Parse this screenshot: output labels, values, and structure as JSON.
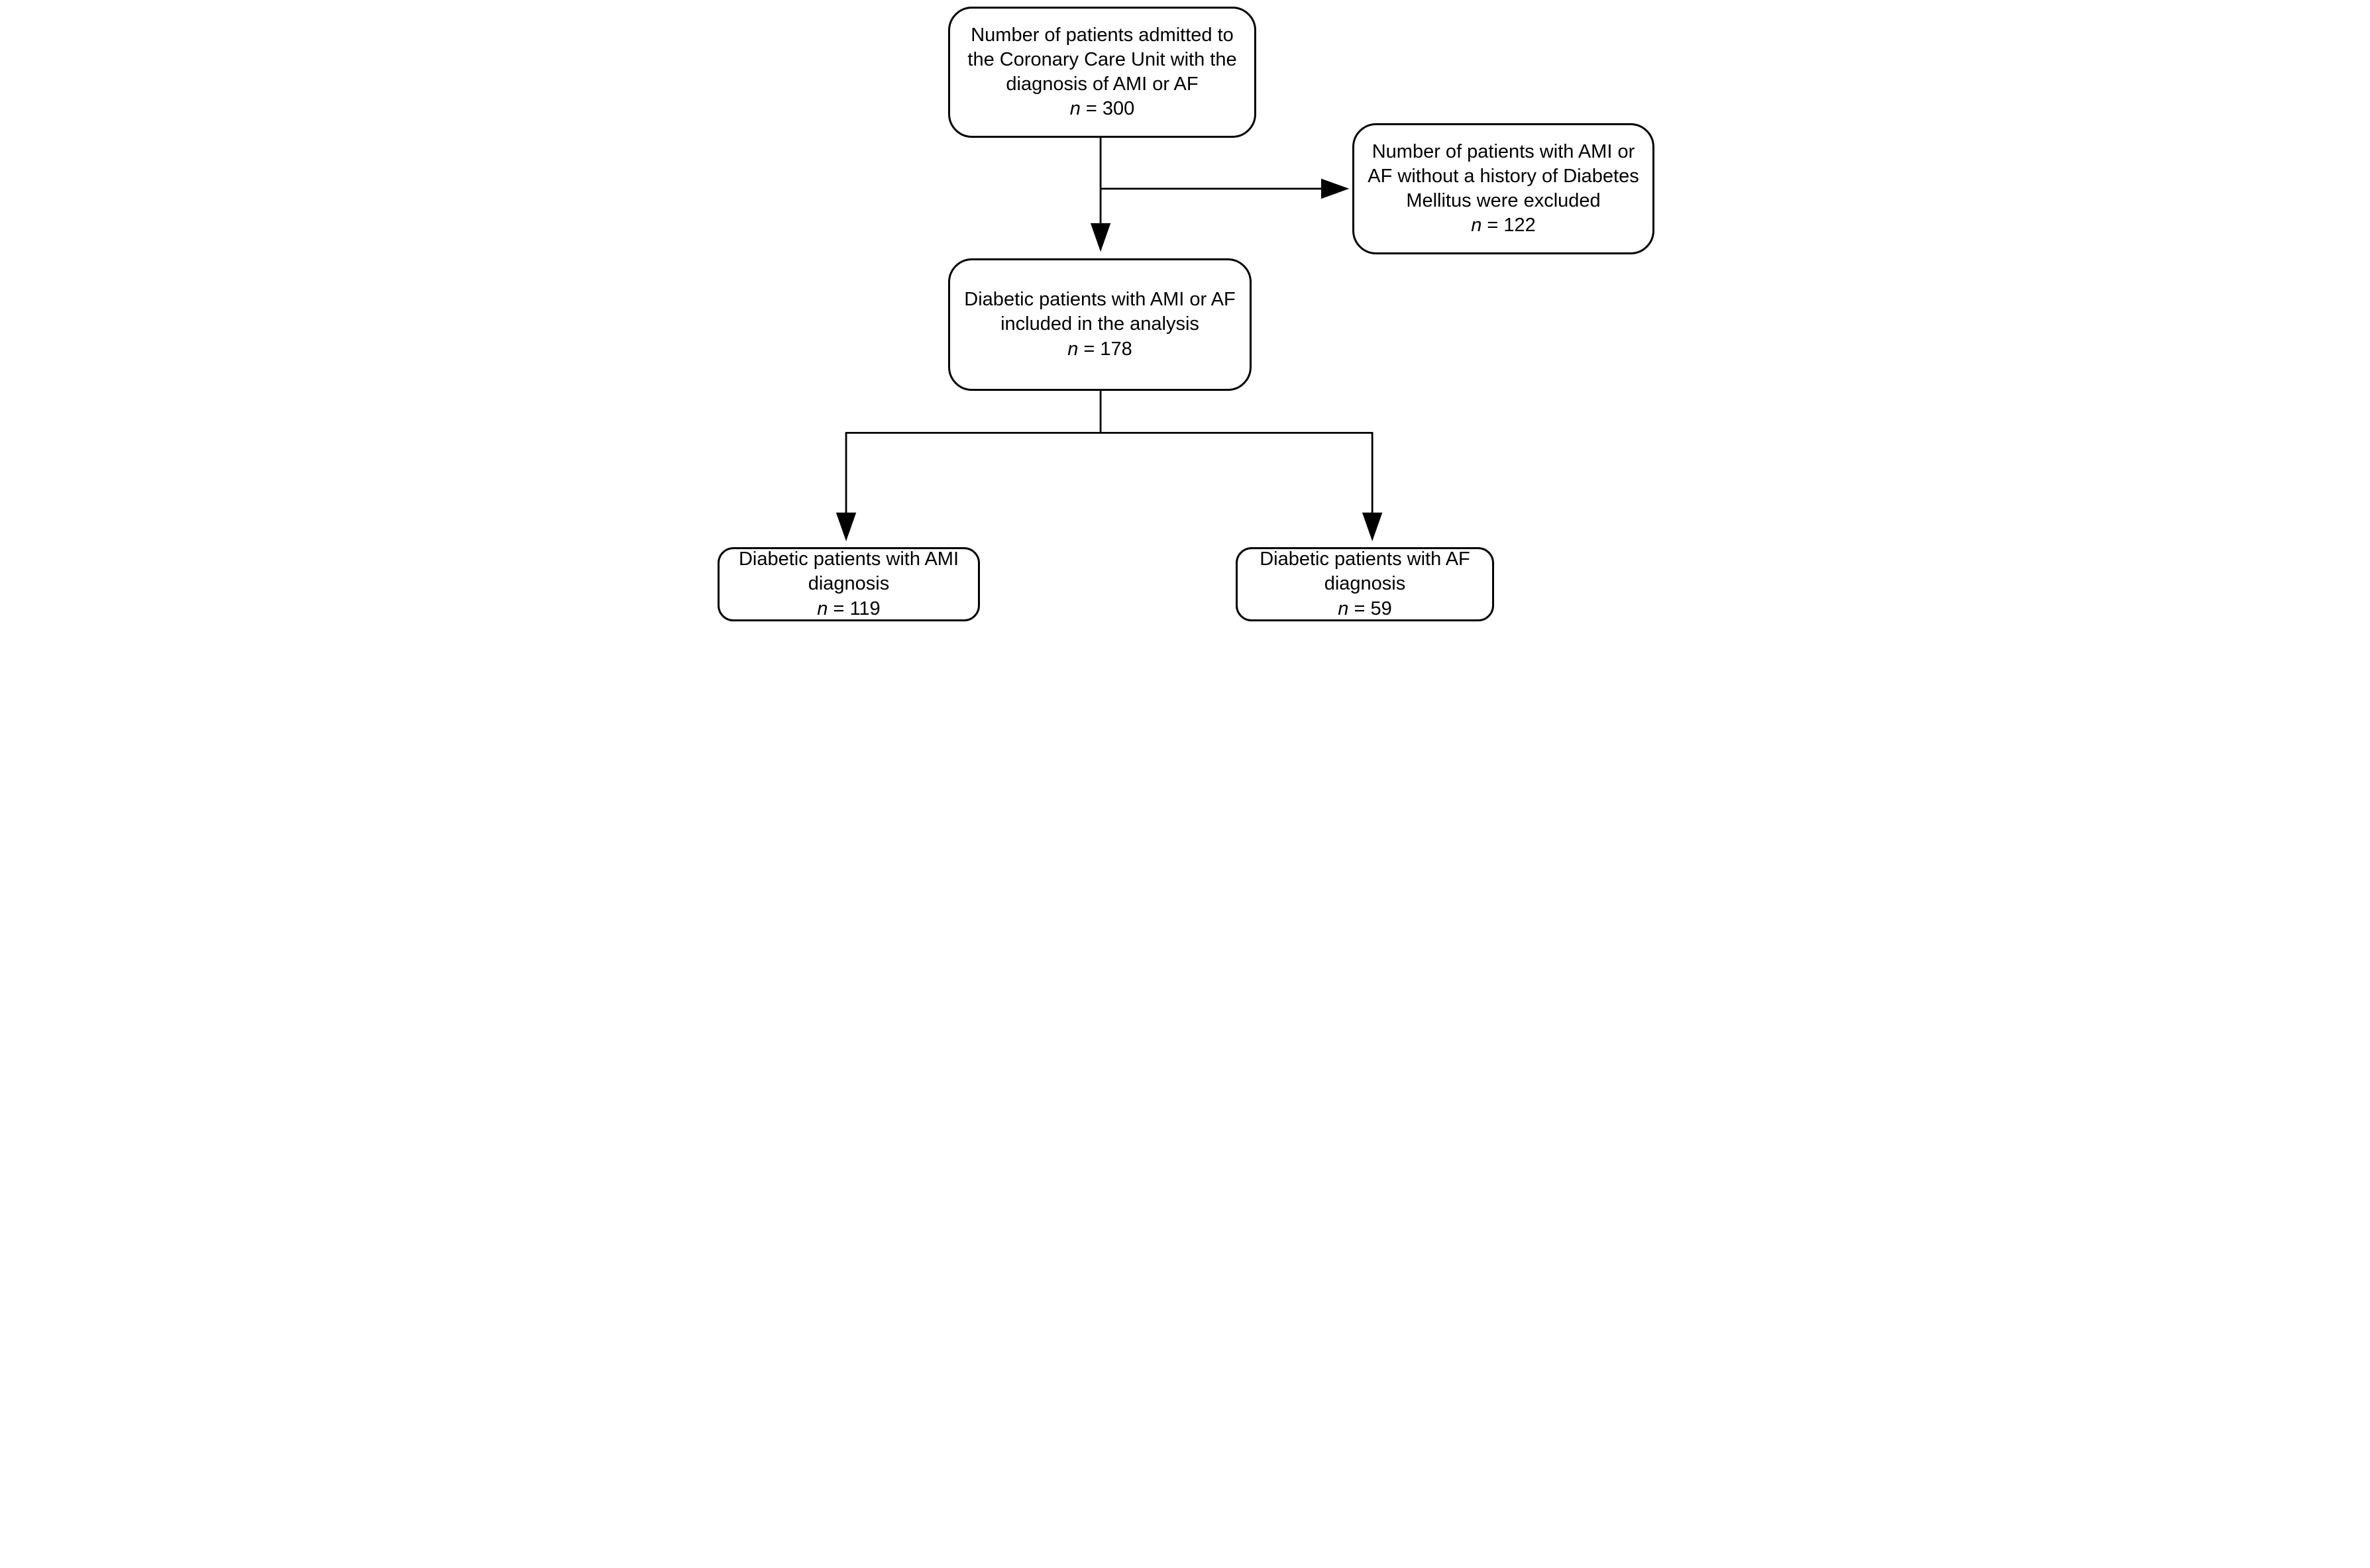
{
  "diagram": {
    "type": "flowchart",
    "background_color": "#ffffff",
    "line_color": "#000000",
    "text_color": "#000000"
  },
  "nodes": [
    {
      "id": "admitted",
      "lines": [
        "Number of patients admitted to",
        "the Coronary Care Unit with the",
        "diagnosis of AMI or AF"
      ],
      "n": {
        "symbol": "n",
        "rest": " = 300"
      }
    },
    {
      "id": "excluded",
      "lines": [
        "Number of patients with AMI or",
        "AF without a history of Diabetes",
        "Mellitus were excluded"
      ],
      "n": {
        "symbol": "n",
        "rest": " = 122"
      }
    },
    {
      "id": "included",
      "lines": [
        "Diabetic patients with AMI or AF",
        "included in the analysis"
      ],
      "n": {
        "symbol": "n",
        "rest": " = 178"
      }
    },
    {
      "id": "ami",
      "lines": [
        "Diabetic patients with AMI",
        "diagnosis"
      ],
      "n": {
        "symbol": "n",
        "rest": " = 119"
      }
    },
    {
      "id": "af",
      "lines": [
        "Diabetic patients with AF",
        "diagnosis"
      ],
      "n": {
        "symbol": "n",
        "rest": " = 59"
      }
    }
  ],
  "edges": [
    {
      "from": "admitted",
      "to": "included",
      "type": "arrow"
    },
    {
      "from": "admitted",
      "to": "excluded",
      "type": "arrow"
    },
    {
      "from": "included",
      "to": "ami",
      "type": "arrow"
    },
    {
      "from": "included",
      "to": "af",
      "type": "arrow"
    }
  ]
}
